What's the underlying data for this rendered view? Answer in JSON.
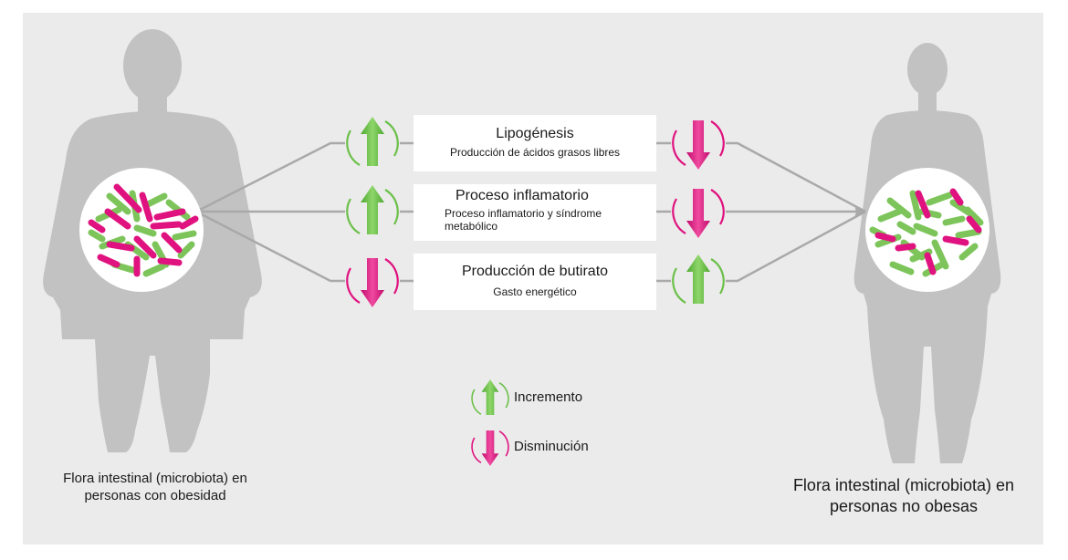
{
  "colors": {
    "panel": "#ebebeb",
    "silhouette": "#c2c2c2",
    "connector": "#a9a9a9",
    "increase_green": "#6cc04a",
    "decrease_magenta": "#e0127f"
  },
  "rows": [
    {
      "title": "Lipogénesis",
      "subtitle": "Producción de ácidos grasos libres",
      "left_trend": "up",
      "right_trend": "down"
    },
    {
      "title": "Proceso inflamatorio",
      "subtitle_line1": "Proceso inflamatorio y síndrome",
      "subtitle_line2": "metabólico",
      "left_trend": "up",
      "right_trend": "down"
    },
    {
      "title": "Producción de butirato",
      "subtitle": "Gasto energético",
      "left_trend": "down",
      "right_trend": "up"
    }
  ],
  "legend": {
    "increase_label": "Incremento",
    "decrease_label": "Disminución",
    "increase_icon": "arrow-up-icon",
    "decrease_icon": "arrow-down-icon"
  },
  "left_caption": {
    "line1": "Flora intestinal (microbiota) en",
    "line2": "personas con obesidad"
  },
  "right_caption": {
    "line1": "Flora intestinal (microbiota) en",
    "line2": "personas no obesas"
  }
}
